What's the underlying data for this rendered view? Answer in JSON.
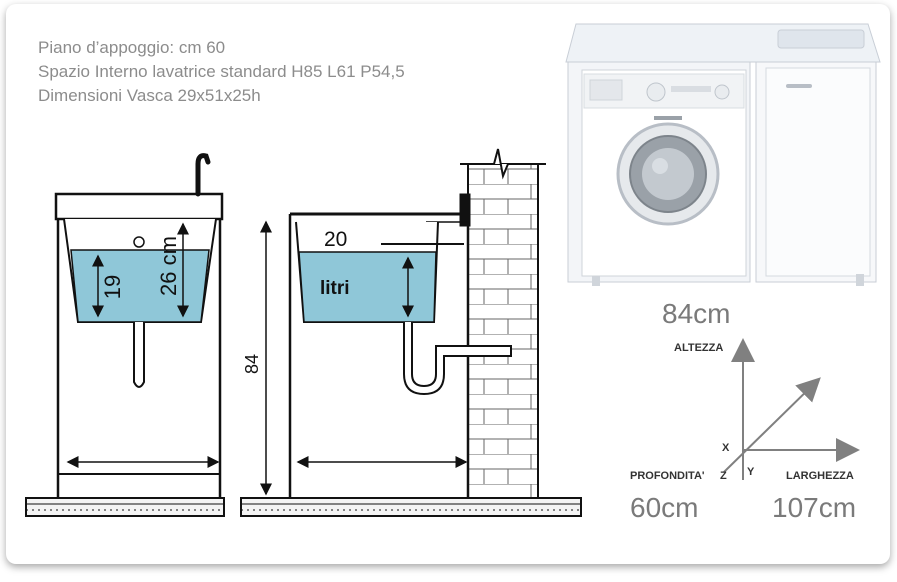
{
  "specs": {
    "line1": "Piano d’appoggio: cm 60",
    "line2": "Spazio Interno lavatrice standard H85 L61 P54,5",
    "line3": "Dimensioni Vasca 29x51x25h"
  },
  "front_view": {
    "depth_label": "19",
    "height_label": "26 cm"
  },
  "side_view": {
    "top_label": "20",
    "volume_label": "litri",
    "height_label": "84"
  },
  "axes": {
    "height_title": "ALTEZZA",
    "depth_title": "PROFONDITA'",
    "width_title": "LARGHEZZA",
    "x_letter": "X",
    "y_letter": "Y",
    "z_letter": "Z",
    "height_value": "84cm",
    "depth_value": "60cm",
    "width_value": "107cm"
  },
  "colors": {
    "water": "#8fc7d8",
    "line": "#111111",
    "text_gray": "#8c8c8c",
    "arrow_gray": "#808080"
  }
}
